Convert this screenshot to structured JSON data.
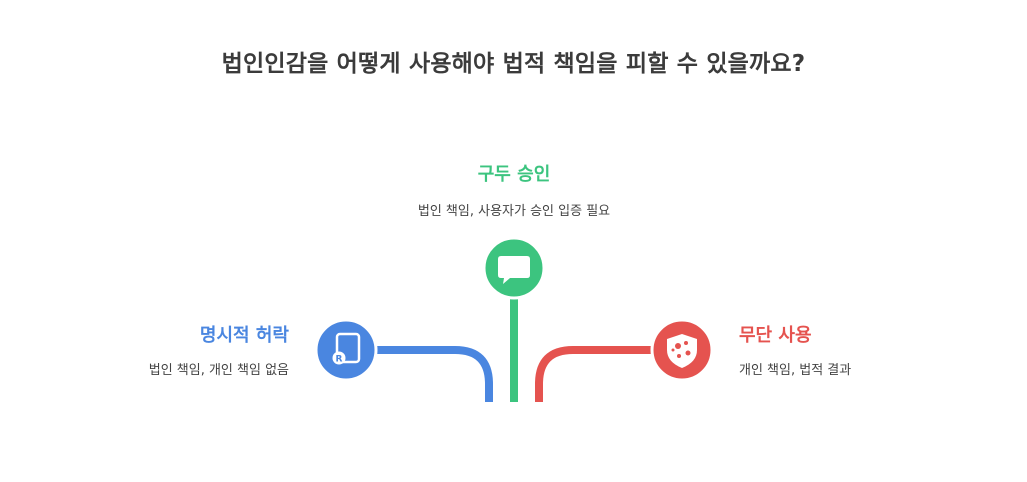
{
  "title": "법인인감을 어떻게 사용해야 법적 책임을 피할 수 있을까요?",
  "options": [
    {
      "label": "명시적 허락",
      "description": "법인 책임, 개인 책임 없음",
      "color": "#4a86e0",
      "icon": "document-icon"
    },
    {
      "label": "구두 승인",
      "description": "법인 책임, 사용자가 승인 입증 필요",
      "color": "#3cc47f",
      "icon": "speech-bubble-icon"
    },
    {
      "label": "무단 사용",
      "description": "개인 책임, 법적 결과",
      "color": "#e5534f",
      "icon": "shield-virus-icon"
    }
  ]
}
